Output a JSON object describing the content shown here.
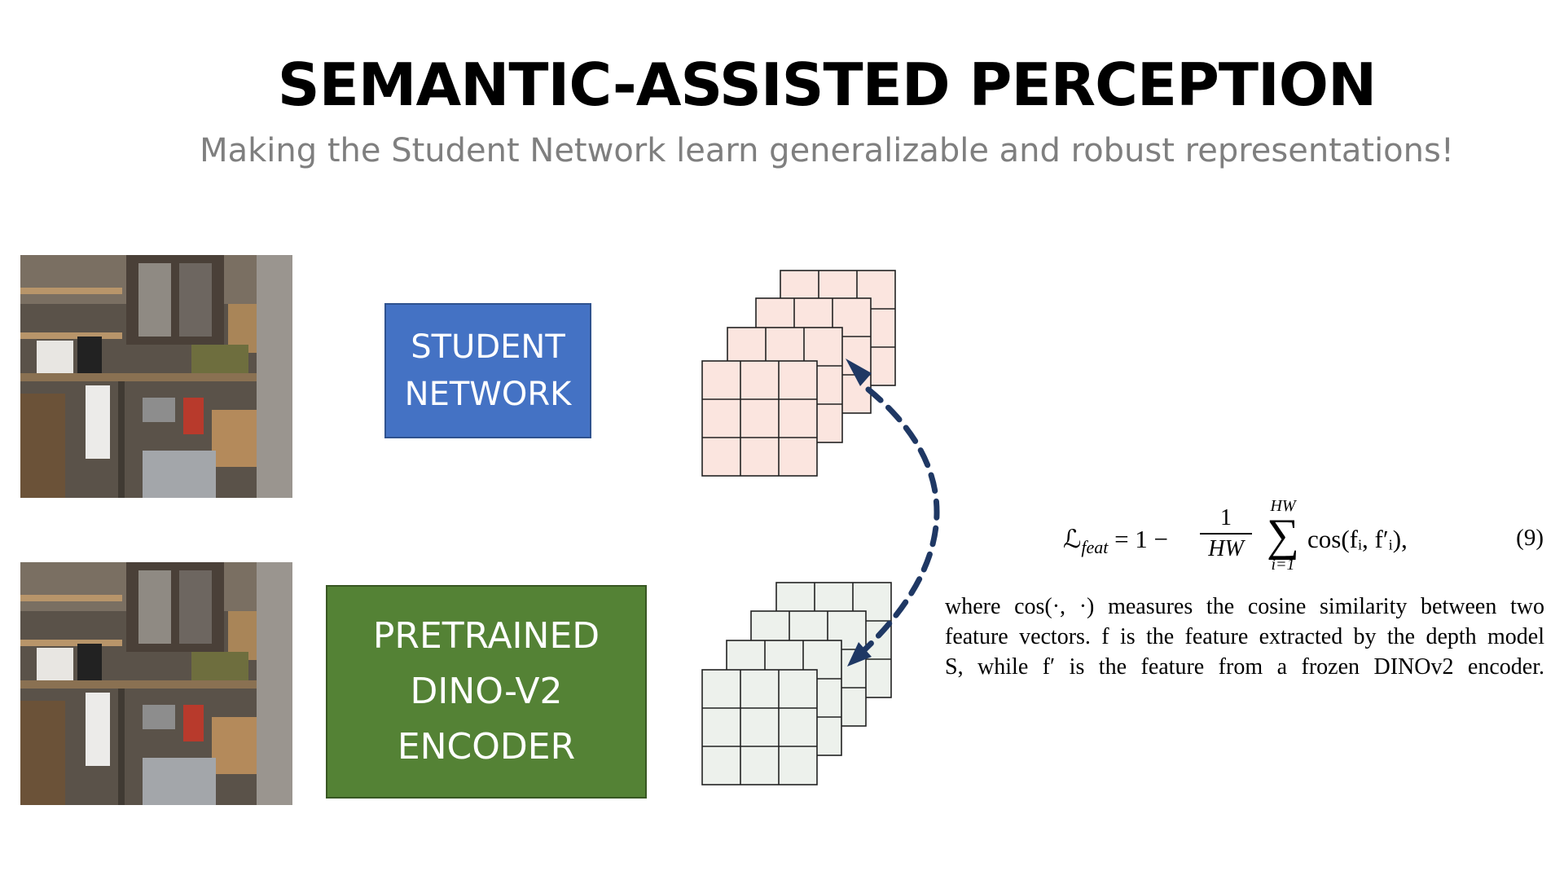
{
  "slide": {
    "title": "SEMANTIC-ASSISTED PERCEPTION",
    "subtitle": "Making the Student Network learn generalizable and robust representations!"
  },
  "blocks": {
    "student": {
      "line1": "STUDENT",
      "line2": "NETWORK",
      "color": "#4472c4"
    },
    "dino": {
      "line1": "PRETRAINED",
      "line2": "DINO-V2",
      "line3": "ENCODER",
      "color": "#548235"
    }
  },
  "feature_maps": {
    "student_fill": "#fbe5df",
    "dino_fill": "#edf1ec",
    "arrow_color": "#1f3864"
  },
  "equation": {
    "lhs_symbol": "ℒ",
    "lhs_subscript": "feat",
    "lhs_rest": " = 1 − ",
    "frac_num": "1",
    "frac_den": "HW",
    "sum_upper": "HW",
    "sum_symbol": "∑",
    "sum_lower": "i=1",
    "rhs": "cos(fᵢ, f′ᵢ),",
    "number": "(9)"
  },
  "caption": {
    "line1": "where cos(·, ·) measures the cosine similarity between two",
    "line2": "feature vectors. f is the feature extracted by the depth model",
    "line3": "S, while f′ is the feature from a frozen DINOv2 encoder."
  }
}
